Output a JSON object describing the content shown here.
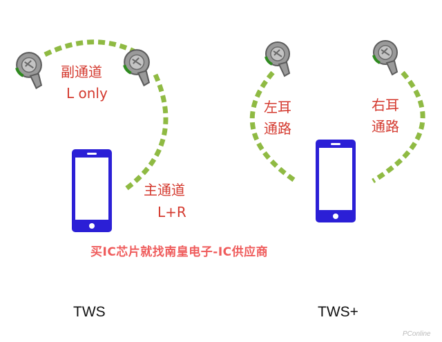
{
  "colors": {
    "link": "#8fba43",
    "phone": "#2b1fd6",
    "label": "#d43a2f",
    "earbud": "#8a8a8a"
  },
  "tws": {
    "caption": "TWS",
    "secondary_label": "副通道",
    "secondary_sub": "L only",
    "primary_label": "主通道",
    "primary_sub": "L+R"
  },
  "tws_plus": {
    "caption": "TWS+",
    "left_label_1": "左耳",
    "left_label_2": "通路",
    "right_label_1": "右耳",
    "right_label_2": "通路"
  },
  "watermark": "买IC芯片就找南皇电子-IC供应商",
  "site_logo": "PConline"
}
